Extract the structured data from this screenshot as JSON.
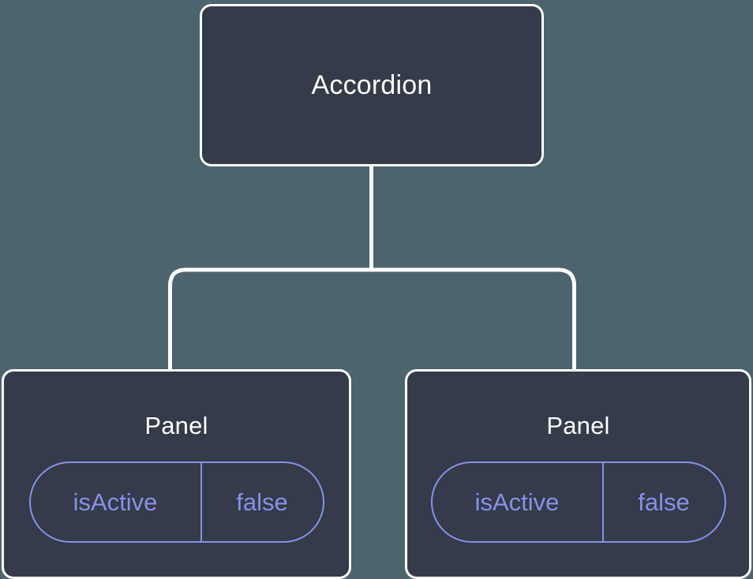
{
  "diagram": {
    "type": "component-tree",
    "background_color": "#4b646e",
    "node_fill_color": "#343b49",
    "node_border_color": "#ffffff",
    "prop_accent_color": "#8b8fe8",
    "edge_color": "#ffffff",
    "root": {
      "label": "Accordion"
    },
    "children": [
      {
        "label": "Panel",
        "props": [
          {
            "name": "isActive",
            "value": "false"
          }
        ]
      },
      {
        "label": "Panel",
        "props": [
          {
            "name": "isActive",
            "value": "false"
          }
        ]
      }
    ]
  }
}
